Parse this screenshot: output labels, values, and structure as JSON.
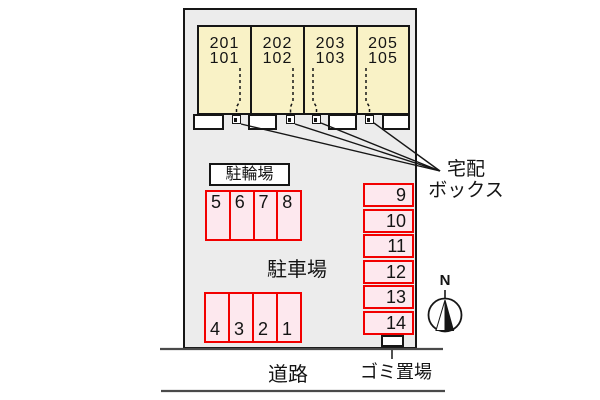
{
  "site": {
    "units": [
      {
        "line1": "201",
        "line2": "101"
      },
      {
        "line1": "202",
        "line2": "102"
      },
      {
        "line1": "203",
        "line2": "103"
      },
      {
        "line1": "205",
        "line2": "105"
      }
    ],
    "bike_parking_label": "駐輪場",
    "car_parking_label": "駐車場",
    "upper_row": [
      "5",
      "6",
      "7",
      "8"
    ],
    "lower_row": [
      "4",
      "3",
      "2",
      "1"
    ],
    "right_column": [
      "9",
      "10",
      "11",
      "12",
      "13",
      "14"
    ]
  },
  "labels": {
    "delivery_box_line1": "宅配",
    "delivery_box_line2": "ボックス",
    "garbage_area": "ゴミ置場",
    "road": "道路",
    "compass_north": "N"
  },
  "colors": {
    "site_fill": "#ececec",
    "unit_fill": "#f9f2c6",
    "parking_fill": "#fde8ee",
    "parking_border": "#f20000",
    "outline": "#161616"
  }
}
